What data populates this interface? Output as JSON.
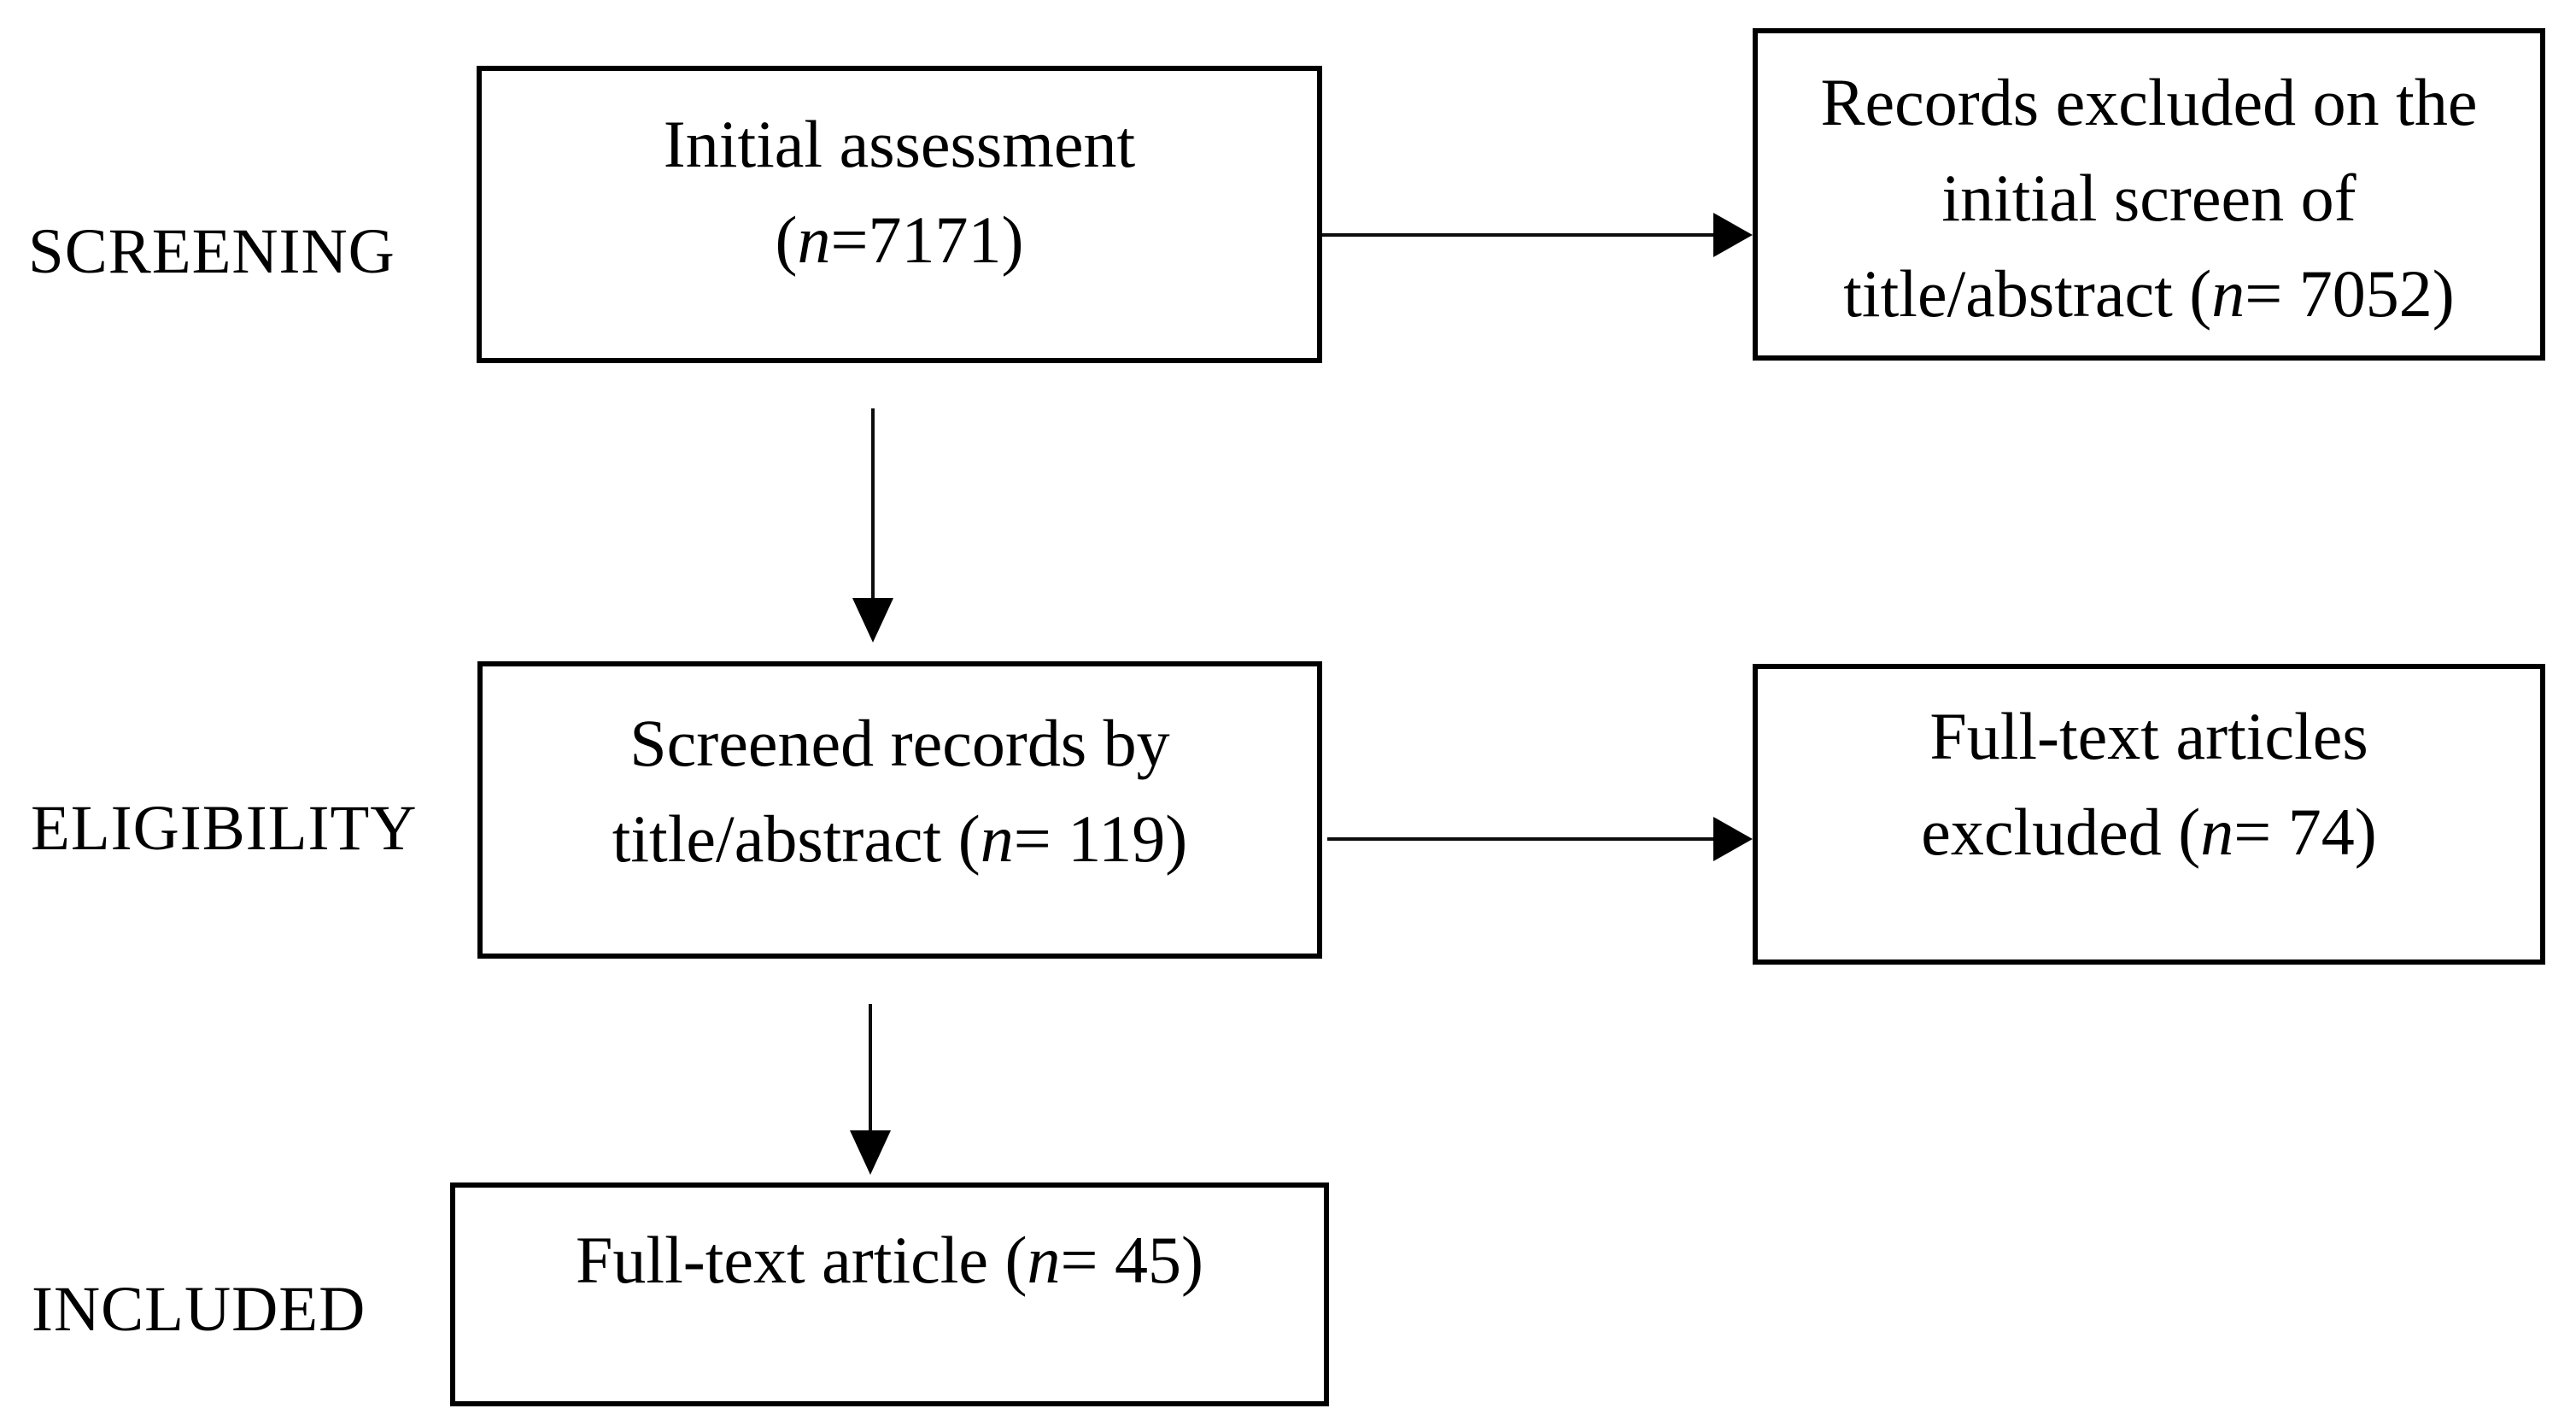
{
  "diagram_type": "prisma-flow",
  "colors": {
    "background": "#ffffff",
    "border": "#000000",
    "text": "#000000",
    "arrow": "#000000"
  },
  "stage_labels": {
    "screening": "SCREENING",
    "eligibility": "ELIGIBILITY",
    "included": "INCLUDED"
  },
  "boxes": {
    "initial_assessment": {
      "line1": "Initial assessment",
      "count": {
        "pre": "(",
        "var": "n",
        "post": "=7171)"
      }
    },
    "records_excluded": {
      "line1": "Records excluded on the",
      "line2": "initial screen of",
      "count": {
        "pre": "title/abstract (",
        "var": "n",
        "post": "= 7052)"
      }
    },
    "screened_records": {
      "line1": "Screened records by",
      "count": {
        "pre": "title/abstract (",
        "var": "n",
        "post": "= 119)"
      }
    },
    "fulltext_excluded": {
      "line1": "Full-text articles",
      "count": {
        "pre": "excluded (",
        "var": "n",
        "post": "= 74)"
      }
    },
    "fulltext_included": {
      "count": {
        "pre": "Full-text article (",
        "var": "n",
        "post": "= 45)"
      }
    }
  }
}
